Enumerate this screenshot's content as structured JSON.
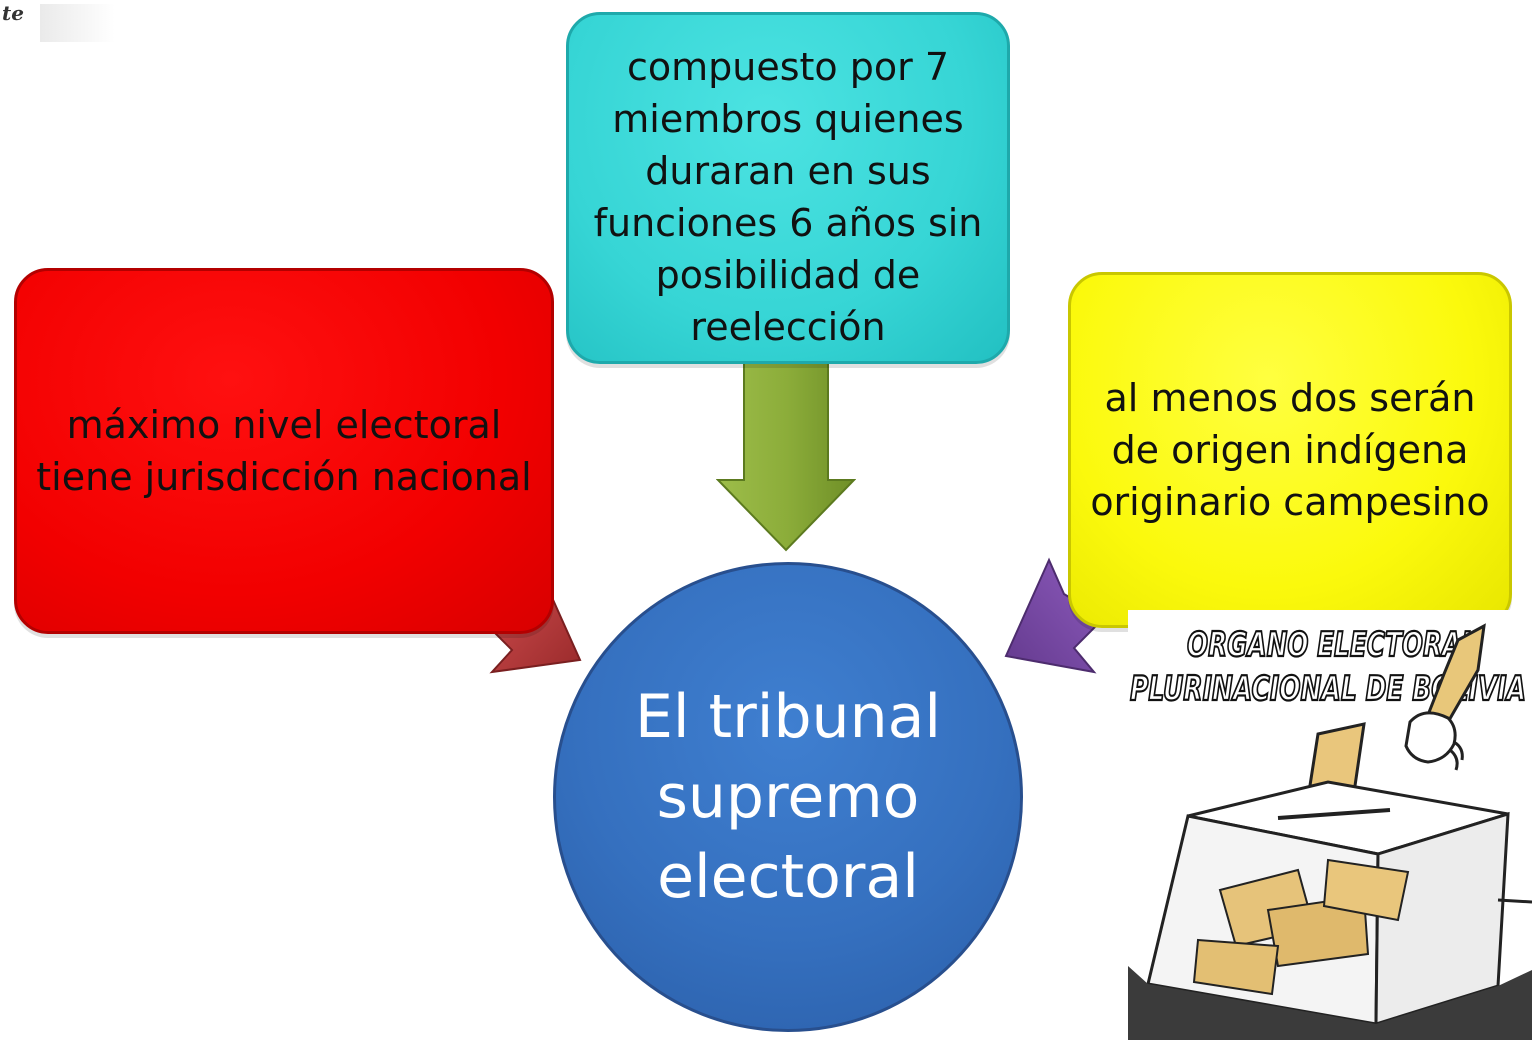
{
  "corner_fragment": "te",
  "boxes": {
    "left": {
      "text": "máximo nivel electoral tiene jurisdicción nacional",
      "color": "#f20000"
    },
    "top": {
      "text": "compuesto por 7 miembros quienes duraran en sus funciones 6 años sin posibilidad de reelección",
      "color": "#36d5d5"
    },
    "right": {
      "text": "al menos dos serán de origen indígena originario campesino",
      "color": "#fbf90c"
    }
  },
  "center": {
    "text": "El tribunal supremo electoral",
    "color": "#3570bf"
  },
  "arrows": {
    "left_color": "#b8393a",
    "top_color": "#8cad3a",
    "right_color": "#7b4aa6"
  },
  "logo": {
    "line1": "ORGANO ELECTORAL",
    "line2": "PLURINACIONAL DE BOLIVIA",
    "icon": "ballot-box-icon"
  }
}
